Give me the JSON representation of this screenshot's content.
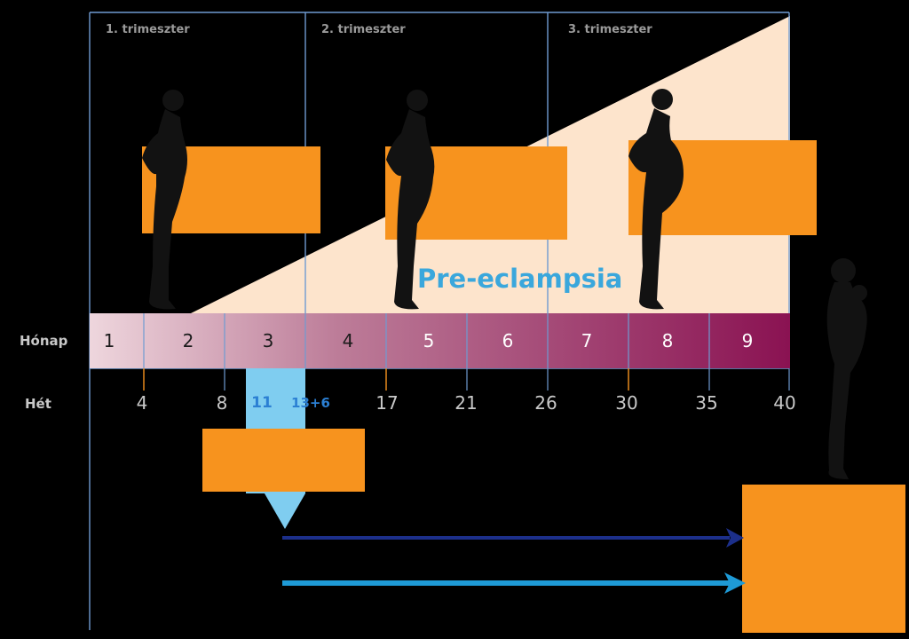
{
  "trimesters": [
    "1. trimeszter",
    "2. trimeszter",
    "3. trimeszter"
  ],
  "row_labels": {
    "month": "Hónap",
    "week": "Hét"
  },
  "months": [
    "1",
    "2",
    "3",
    "4",
    "5",
    "6",
    "7",
    "8",
    "9"
  ],
  "weeks": [
    "4",
    "8",
    "11",
    "13+6",
    "17",
    "21",
    "26",
    "30",
    "35",
    "40"
  ],
  "condition_label": "Pre-eclampsia",
  "colors": {
    "background": "#000000",
    "grid_line": "#6f9bd1",
    "triangle_fill": "#fde4cc",
    "orange_box": "#f7931e",
    "month_bar_start": "#e9c9d2",
    "month_bar_end": "#8c1554",
    "screening_window": "#7fcdf0",
    "arrow_dark": "#1c2f8a",
    "arrow_light": "#1e9ad6",
    "text_blue": "#3aa7dc"
  },
  "icons": [
    "silhouette-early-pregnancy-icon",
    "silhouette-mid-pregnancy-icon",
    "silhouette-late-pregnancy-icon",
    "silhouette-mother-with-baby-icon"
  ]
}
